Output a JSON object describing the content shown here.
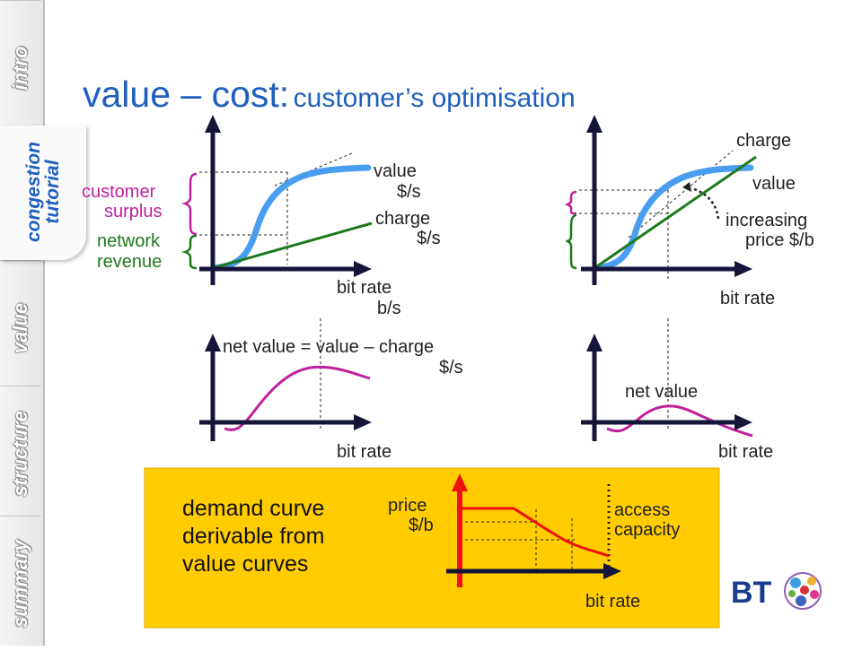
{
  "title": {
    "main": "value – cost:",
    "sub": "customer’s optimisation"
  },
  "sidebar": {
    "tabs": [
      {
        "label": "intro"
      },
      {
        "label": "congestion tutorial",
        "line1": "congestion",
        "line2": "tutorial",
        "active": true
      },
      {
        "label": "value"
      },
      {
        "label": "structure"
      },
      {
        "label": "summary"
      }
    ]
  },
  "top_left": {
    "value_label": "value",
    "value_unit": "$/s",
    "charge_label": "charge",
    "charge_unit": "$/s",
    "surplus_line1": "customer",
    "surplus_line2": "surplus",
    "revenue_line1": "network",
    "revenue_line2": "revenue",
    "x_label": "bit rate",
    "x_unit": "b/s"
  },
  "top_right": {
    "charge_label": "charge",
    "value_label": "value",
    "increasing_line1": "increasing",
    "increasing_line2": "price $/b",
    "x_label": "bit rate"
  },
  "bottom_left": {
    "net_label": "net value = value – charge",
    "net_unit": "$/s",
    "x_label": "bit rate"
  },
  "bottom_right": {
    "net_label": "net value",
    "x_label": "bit rate"
  },
  "demand_box": {
    "text_line1": "demand curve",
    "text_line2": "derivable from",
    "text_line3": "value curves",
    "price_label": "price",
    "price_unit": "$/b",
    "access_line1": "access",
    "access_line2": "capacity",
    "x_label": "bit rate",
    "background": "#ffcc00"
  },
  "colors": {
    "value_curve": "#4a9ef0",
    "charge_line": "#1c7a1c",
    "net_value_curve": "#c0209a",
    "axis": "#15153a",
    "demand_curve": "#ee1111",
    "title": "#1f5fbf"
  },
  "logo": {
    "text": "BT"
  }
}
